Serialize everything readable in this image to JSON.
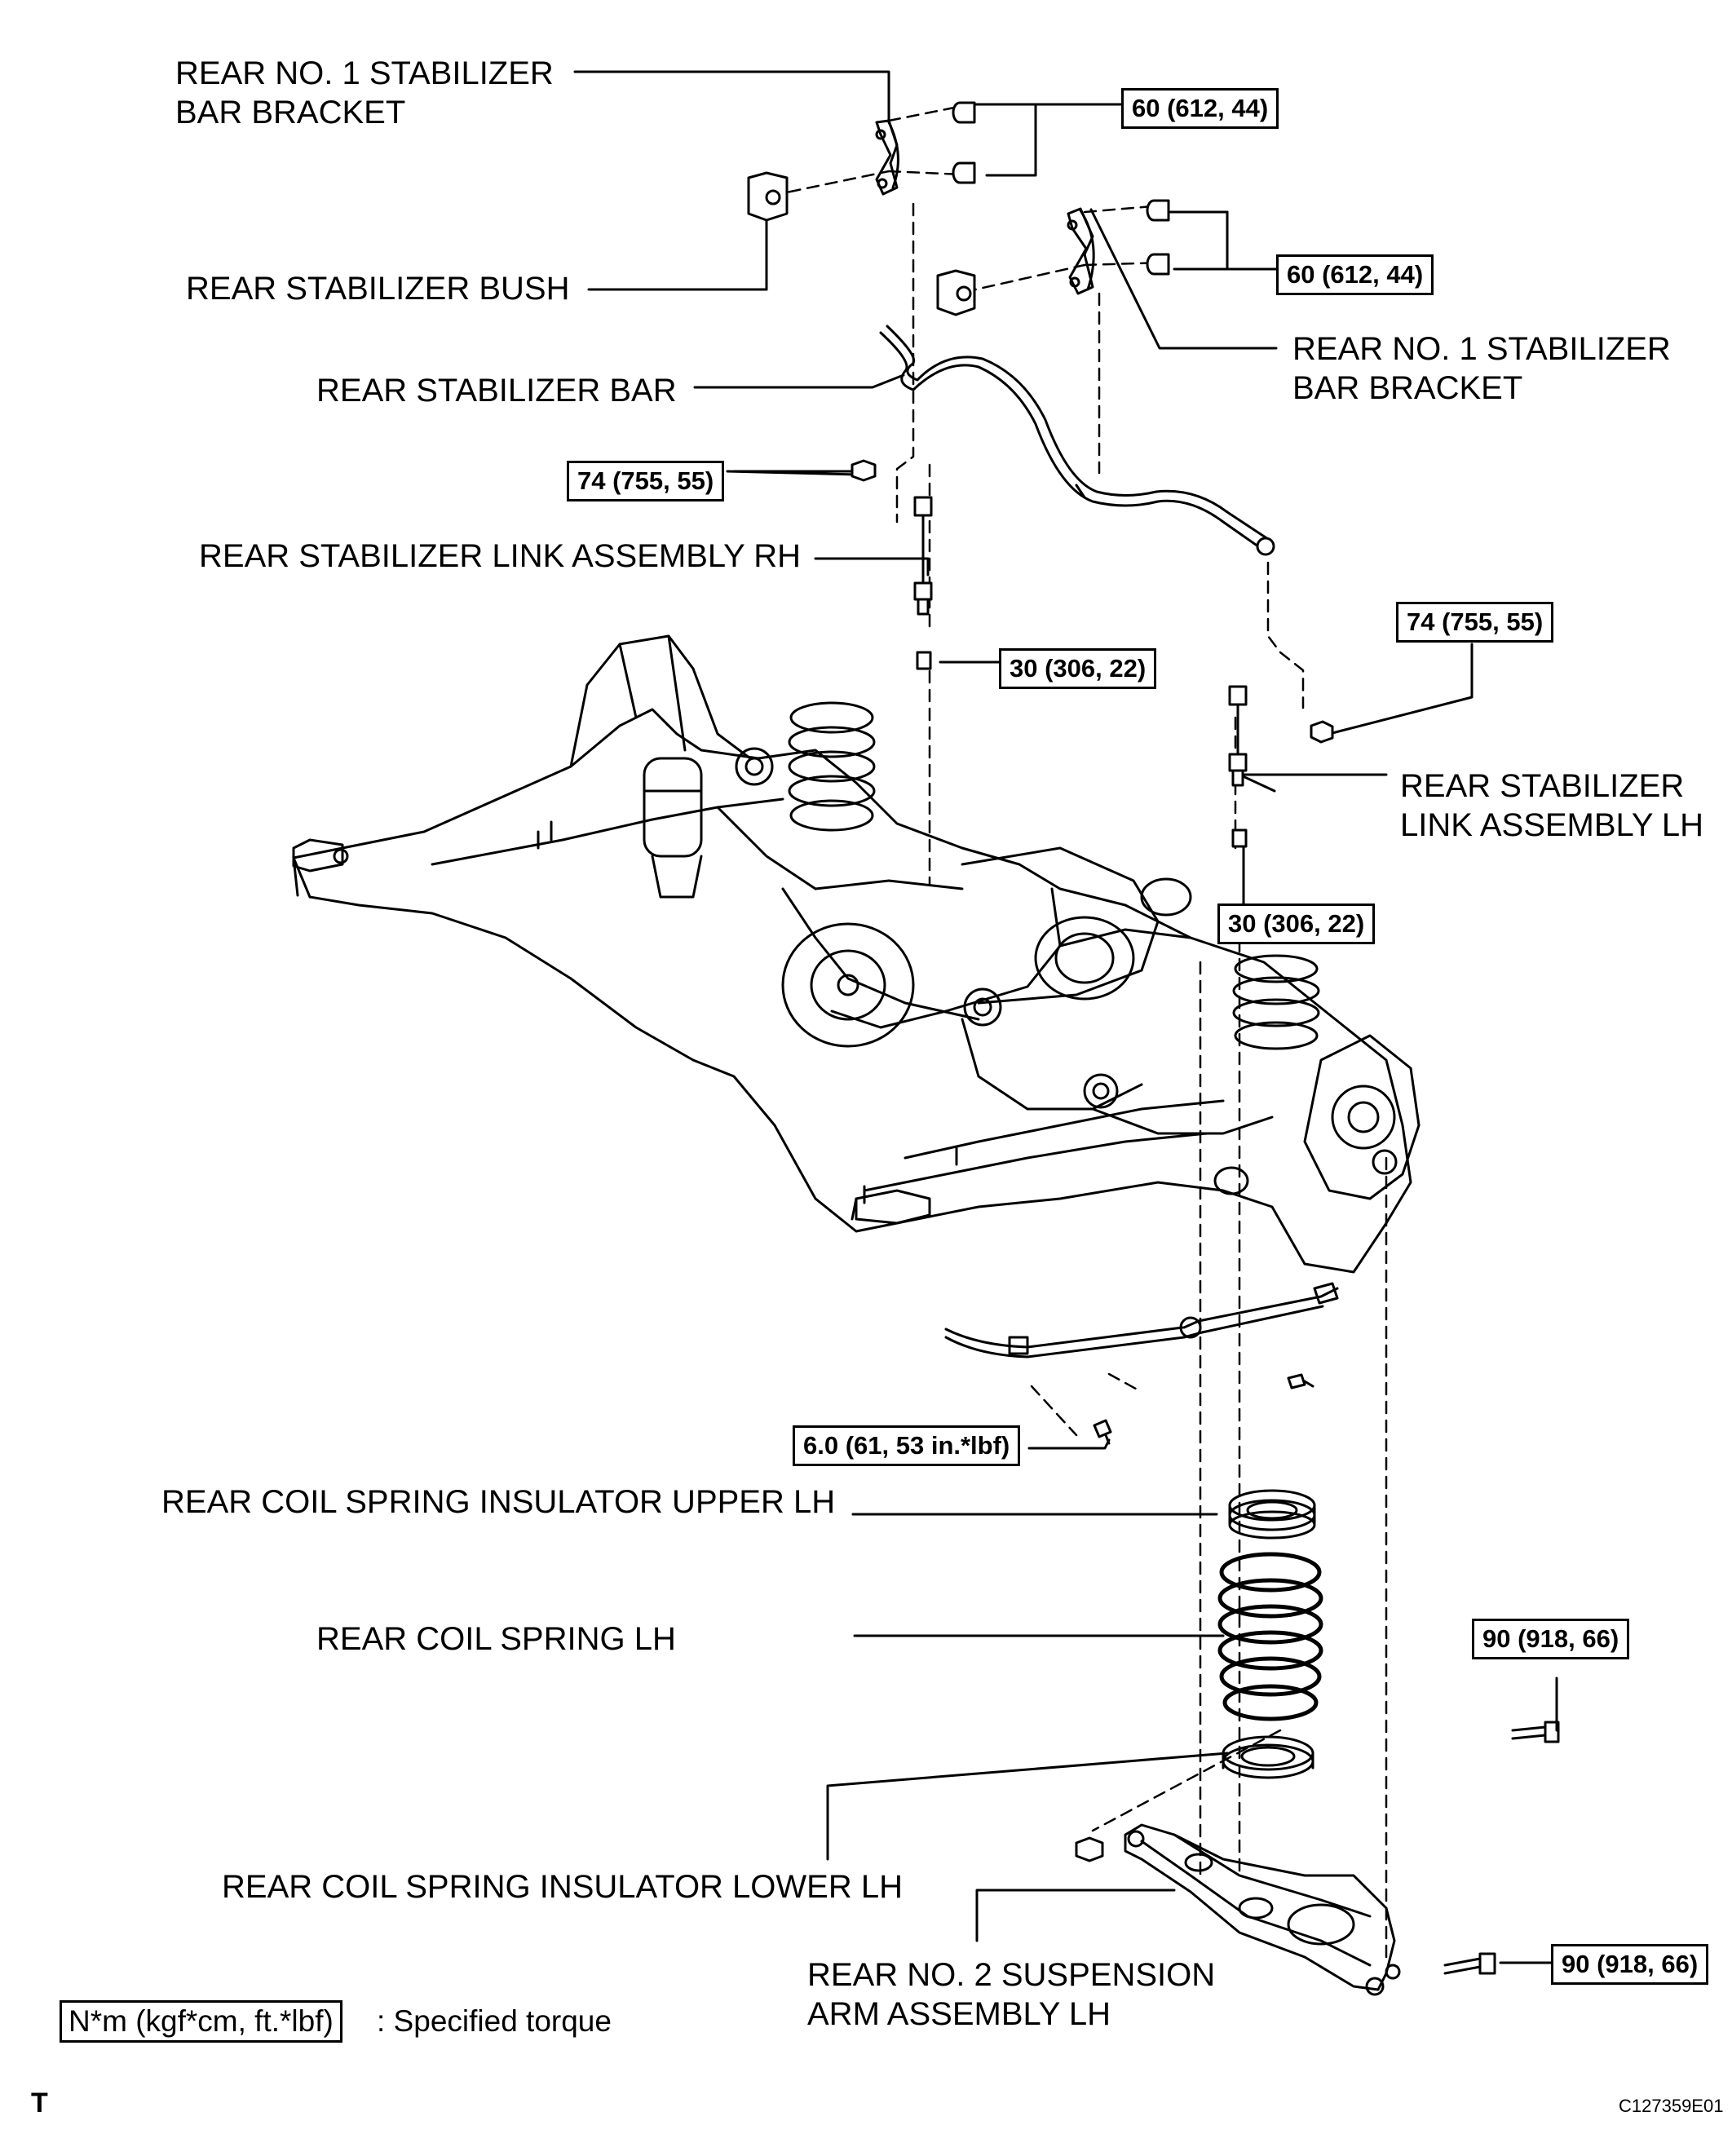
{
  "labels": {
    "bracket_top": [
      "REAR NO. 1 STABILIZER",
      "BAR BRACKET"
    ],
    "bush": "REAR STABILIZER BUSH",
    "bracket_right": [
      "REAR NO. 1 STABILIZER",
      "BAR BRACKET"
    ],
    "bar": "REAR STABILIZER BAR",
    "link_rh": "REAR STABILIZER LINK ASSEMBLY RH",
    "link_lh": [
      "REAR STABILIZER",
      "LINK ASSEMBLY LH"
    ],
    "insulator_upper": "REAR COIL SPRING INSULATOR UPPER LH",
    "spring": "REAR COIL SPRING LH",
    "insulator_lower": "REAR COIL SPRING INSULATOR LOWER LH",
    "arm": [
      "REAR NO. 2 SUSPENSION",
      "ARM ASSEMBLY LH"
    ]
  },
  "torques": {
    "bracket_top": "60 (612, 44)",
    "bracket_right": "60 (612, 44)",
    "link_rh_upper": "74 (755, 55)",
    "link_rh_lower": "30 (306, 22)",
    "link_lh_upper": "74 (755, 55)",
    "link_lh_lower": "30 (306, 22)",
    "sensor_bolt": "6.0 (61, 53 in.*lbf)",
    "arm_upper": "90 (918, 66)",
    "arm_lower": "90 (918, 66)"
  },
  "legend": {
    "box": "N*m (kgf*cm, ft.*lbf)",
    "text": ": Specified torque"
  },
  "corner_mark": "T",
  "figure_code": "C127359E01"
}
